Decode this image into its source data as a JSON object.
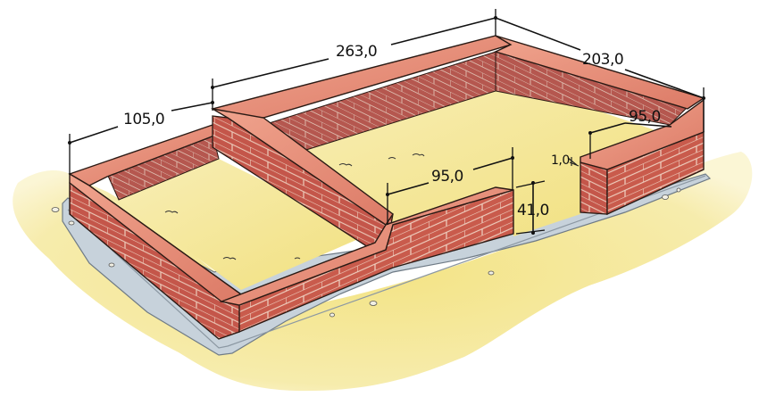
{
  "diagram": {
    "subject": "Brick foundation layout (isometric illustration)",
    "colors": {
      "background": "#ffffff",
      "ground": "#f3e58c",
      "ground_light": "#f8efb2",
      "interior_sand": "#f5e9a0",
      "brick_face": "#c8574a",
      "brick_top": "#e58a74",
      "brick_side": "#a9453b",
      "concrete_footing": "#c9d3dc",
      "concrete_edge": "#9eaab5",
      "annotation": "#111111"
    },
    "dimensions": {
      "left_width": "105,0",
      "overall_length": "263,0",
      "overall_depth": "203,0",
      "inner_wall_length": "95,0",
      "back_wall_length": "95,0",
      "wall_height": "41,0",
      "gap": "1,0"
    },
    "components": [
      "outer-brick-wall",
      "inner-partition-wall",
      "short-inner-wall",
      "right-end-pier-wall",
      "concrete-footing",
      "sand-infill",
      "ground-patch"
    ]
  }
}
